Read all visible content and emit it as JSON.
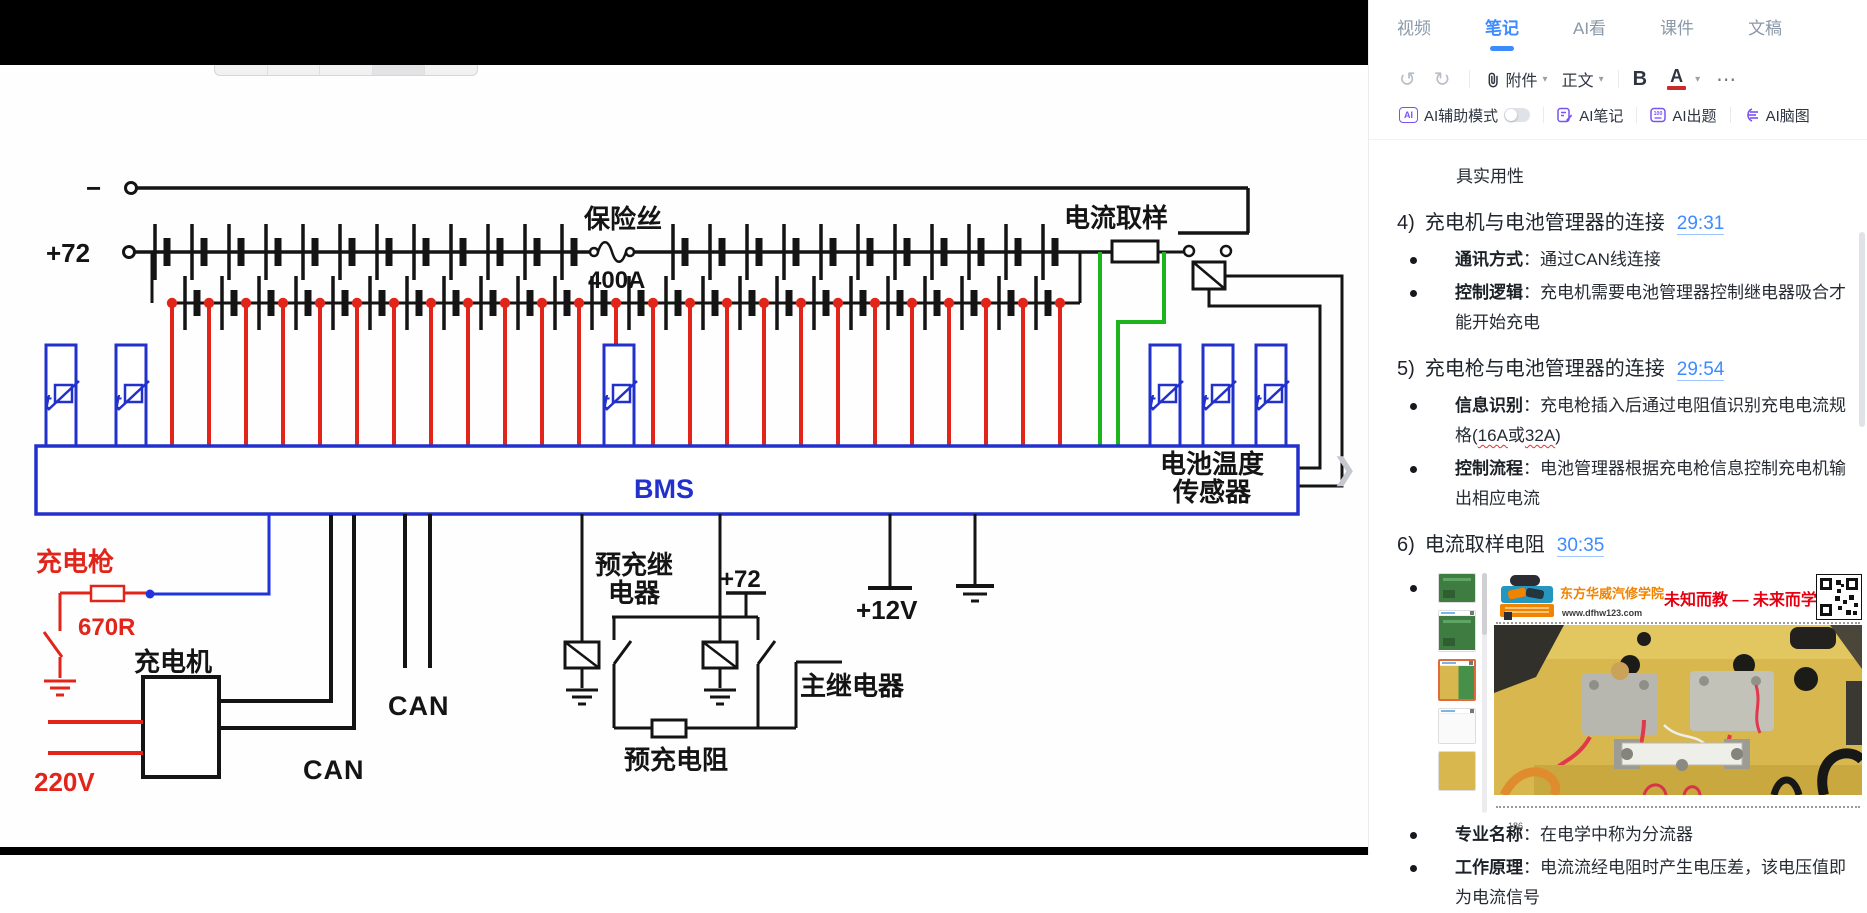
{
  "icons": {
    "undo": "↺",
    "redo": "↻",
    "caret": "▾",
    "more": "⋯",
    "collapse": "❯"
  },
  "video": {
    "diagram": {
      "minus": "−",
      "plus72": "+72",
      "fuse_label": "保险丝",
      "fuse_rating": "400A",
      "current_sampling": "电流取样",
      "bms": "BMS",
      "temp_sensor_l1": "电池温度",
      "temp_sensor_l2": "传感器",
      "thermistor_t": "t",
      "charging_gun": "充电枪",
      "gun_resistor": "670R",
      "charger": "充电机",
      "mains": "220V",
      "can_upper": "CAN",
      "can_lower": "CAN",
      "precharge_relay_l1": "预充继",
      "precharge_relay_l2": "电器",
      "plus72_aux": "+72",
      "main_relay": "主继电器",
      "precharge_resistor": "预充电阻",
      "aux12v": "+12V"
    }
  },
  "panel": {
    "tabs": [
      {
        "label": "视频"
      },
      {
        "label": "笔记"
      },
      {
        "label": "AI看"
      },
      {
        "label": "课件"
      },
      {
        "label": "文稿"
      }
    ],
    "toolbar": {
      "attach_label": "附件",
      "style_label": "正文",
      "bold_label": "B",
      "color_label": "A"
    },
    "ai": {
      "badge": "AI",
      "assist_label": "AI辅助模式",
      "note_label": "AI笔记",
      "quiz_label": "AI出题",
      "quiz_badge": "100",
      "mindmap_label": "AI脑图"
    },
    "notes": {
      "cont_line": "具实用性",
      "item4": {
        "num": "4)",
        "title": "充电机与电池管理器的连接",
        "time": "29:31"
      },
      "b_comm": {
        "term": "通讯方式",
        "text": "：通过CAN线连接"
      },
      "b_logic": {
        "term": "控制逻辑",
        "text": "：充电机需要电池管理器控制继电器吸合才能开始充电"
      },
      "item5": {
        "num": "5)",
        "title": "充电枪与电池管理器的连接",
        "time": "29:54"
      },
      "b_info": {
        "term": "信息识别",
        "pre": "：充电枪插入后通过电阻值识别充电电流规格(",
        "a": "16A",
        "mid": "或",
        "b": "32A",
        "post": ")"
      },
      "b_flow": {
        "term": "控制流程",
        "text": "：电池管理器根据充电枪信息控制充电机输出相应电流"
      },
      "item6": {
        "num": "6)",
        "title": "电流取样电阻",
        "time": "30:35"
      },
      "embed": {
        "brand_cn": "东方华威汽修学院",
        "brand_url": "www.dfhw123.com",
        "slogan": "未知而教 — 未来而学",
        "page_no": "186"
      },
      "b_name": {
        "term": "专业名称",
        "text": "：在电学中称为分流器"
      },
      "b_principle": {
        "term": "工作原理",
        "text": "：电流流经电阻时产生电压差，该电压值即为电流信号"
      }
    }
  }
}
